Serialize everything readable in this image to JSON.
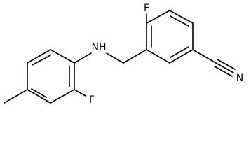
{
  "molecule": {
    "atom_labels": {
      "fluorine_top": "F",
      "fluorine_bottom": "F",
      "amine": "NH",
      "nitrile_n": "N"
    },
    "colors": {
      "bond": "#000000",
      "text": "#000000",
      "background": "#ffffff"
    }
  }
}
